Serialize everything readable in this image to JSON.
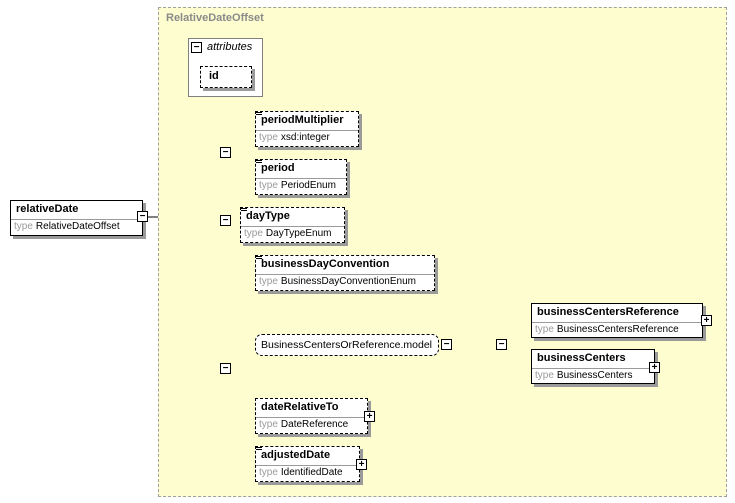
{
  "group": {
    "title": "RelativeDateOffset"
  },
  "attributes": {
    "title": "attributes",
    "items": [
      "id"
    ]
  },
  "root": {
    "name": "relativeDate",
    "type_keyword": "type",
    "type": "RelativeDateOffset"
  },
  "elements": {
    "periodMultiplier": {
      "name": "periodMultiplier",
      "type_keyword": "type",
      "type": "xsd:integer"
    },
    "period": {
      "name": "period",
      "type_keyword": "type",
      "type": "PeriodEnum"
    },
    "dayType": {
      "name": "dayType",
      "type_keyword": "type",
      "type": "DayTypeEnum"
    },
    "businessDayConvention": {
      "name": "businessDayConvention",
      "type_keyword": "type",
      "type": "BusinessDayConventionEnum"
    },
    "model": {
      "name": "BusinessCentersOrReference.model"
    },
    "businessCentersReference": {
      "name": "businessCentersReference",
      "type_keyword": "type",
      "type": "BusinessCentersReference"
    },
    "businessCenters": {
      "name": "businessCenters",
      "type_keyword": "type",
      "type": "BusinessCenters"
    },
    "dateRelativeTo": {
      "name": "dateRelativeTo",
      "type_keyword": "type",
      "type": "DateReference"
    },
    "adjustedDate": {
      "name": "adjustedDate",
      "type_keyword": "type",
      "type": "IdentifiedDate"
    }
  },
  "colors": {
    "group_bg": "#fdfdd0",
    "group_border": "#a0a0a0",
    "shadow": "#9a9a9a"
  }
}
